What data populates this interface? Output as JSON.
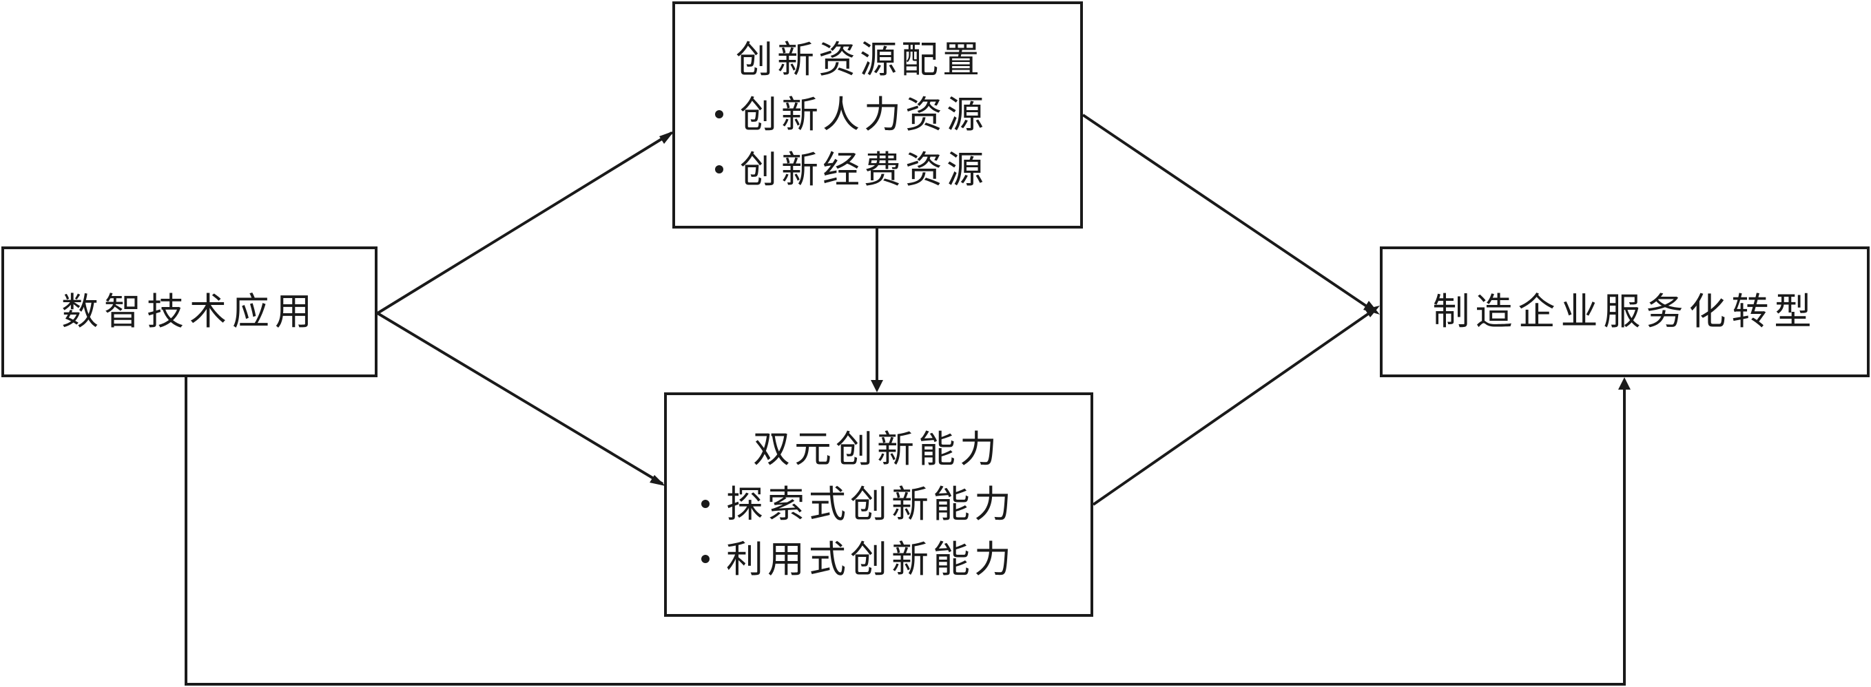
{
  "diagram": {
    "nodes": {
      "tech": {
        "title": "数智技术应用"
      },
      "resource": {
        "title": "创新资源配置",
        "items": [
          "创新人力资源",
          "创新经费资源"
        ]
      },
      "capability": {
        "title": "双元创新能力",
        "items": [
          "探索式创新能力",
          "利用式创新能力"
        ]
      },
      "outcome": {
        "title": "制造企业服务化转型"
      }
    },
    "edges": [
      {
        "from": "数智技术应用",
        "to": "创新资源配置"
      },
      {
        "from": "数智技术应用",
        "to": "双元创新能力"
      },
      {
        "from": "创新资源配置",
        "to": "双元创新能力"
      },
      {
        "from": "创新资源配置",
        "to": "制造企业服务化转型"
      },
      {
        "from": "双元创新能力",
        "to": "制造企业服务化转型"
      },
      {
        "from": "数智技术应用",
        "to": "制造企业服务化转型"
      }
    ],
    "colors": {
      "stroke": "#1a1a1a",
      "background": "#ffffff"
    }
  }
}
